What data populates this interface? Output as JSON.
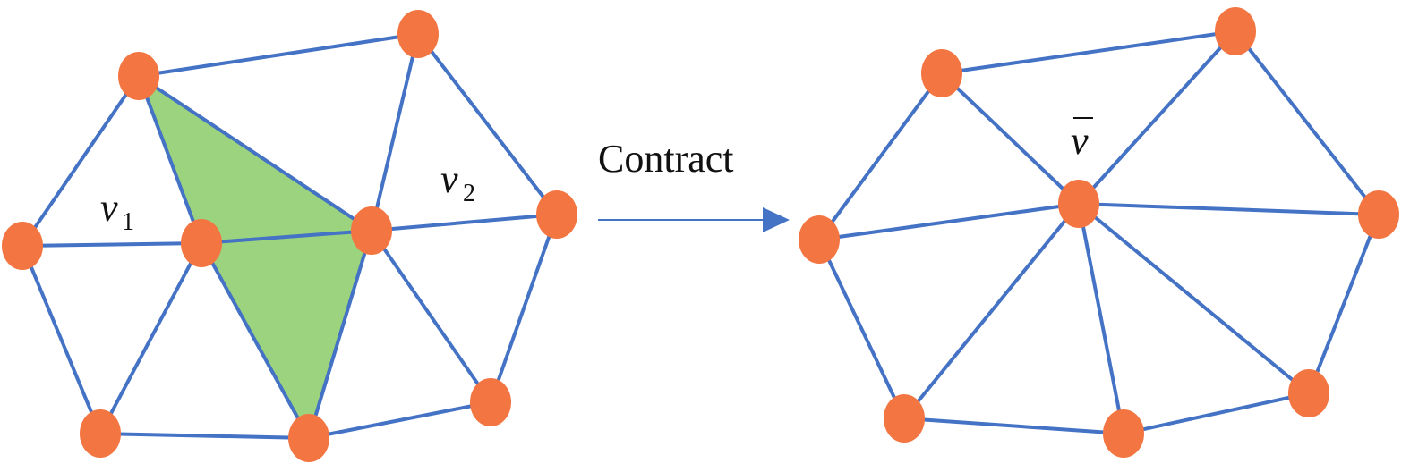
{
  "colors": {
    "edge": "#4472C4",
    "node": "#F37542",
    "face": "#9BD37E",
    "text": "#111111"
  },
  "labels": {
    "v1_main": "v",
    "v1_sub": "1",
    "v2_main": "v",
    "v2_sub": "2",
    "action": "Contract",
    "vbar": "v"
  }
}
